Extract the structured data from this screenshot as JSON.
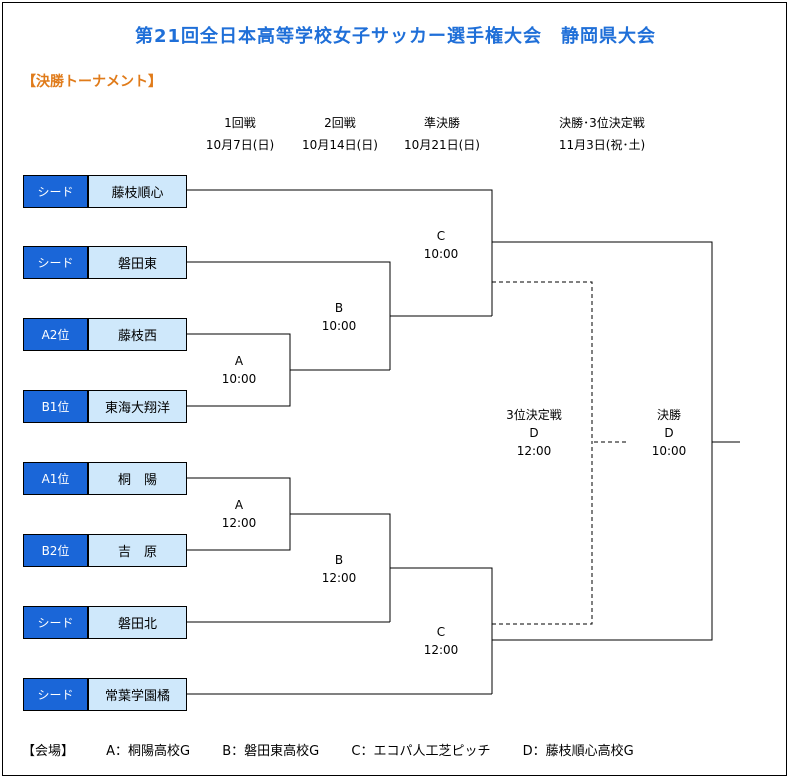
{
  "title": "第21回全日本高等学校女子サッカー選手権大会　静岡県大会",
  "section": "【決勝トーナメント】",
  "rounds": [
    {
      "name": "1回戦",
      "date": "10月7日(日)"
    },
    {
      "name": "2回戦",
      "date": "10月14日(日)"
    },
    {
      "name": "準決勝",
      "date": "10月21日(日)"
    },
    {
      "name": "決勝･3位決定戦",
      "date": "11月3日(祝･土)"
    }
  ],
  "entries": [
    {
      "seed": "シード",
      "team": "藤枝順心"
    },
    {
      "seed": "シード",
      "team": "磐田東"
    },
    {
      "seed": "A2位",
      "team": "藤枝西"
    },
    {
      "seed": "B1位",
      "team": "東海大翔洋"
    },
    {
      "seed": "A1位",
      "team": "桐　陽"
    },
    {
      "seed": "B2位",
      "team": "吉　原"
    },
    {
      "seed": "シード",
      "team": "磐田北"
    },
    {
      "seed": "シード",
      "team": "常葉学園橘"
    }
  ],
  "matches": {
    "r1_top": {
      "venue": "A",
      "time": "10:00"
    },
    "r1_bottom": {
      "venue": "A",
      "time": "12:00"
    },
    "r2_top": {
      "venue": "B",
      "time": "10:00"
    },
    "r2_bottom": {
      "venue": "B",
      "time": "12:00"
    },
    "sf_top": {
      "venue": "C",
      "time": "10:00"
    },
    "sf_bottom": {
      "venue": "C",
      "time": "12:00"
    },
    "third": {
      "label": "3位決定戦",
      "venue": "D",
      "time": "12:00"
    },
    "final": {
      "label": "決勝",
      "venue": "D",
      "time": "10:00"
    }
  },
  "venues_label": "【会場】",
  "venues": [
    "A：桐陽高校G",
    "B：磐田東高校G",
    "C：エコパ人工芝ピッチ",
    "D：藤枝順心高校G"
  ]
}
